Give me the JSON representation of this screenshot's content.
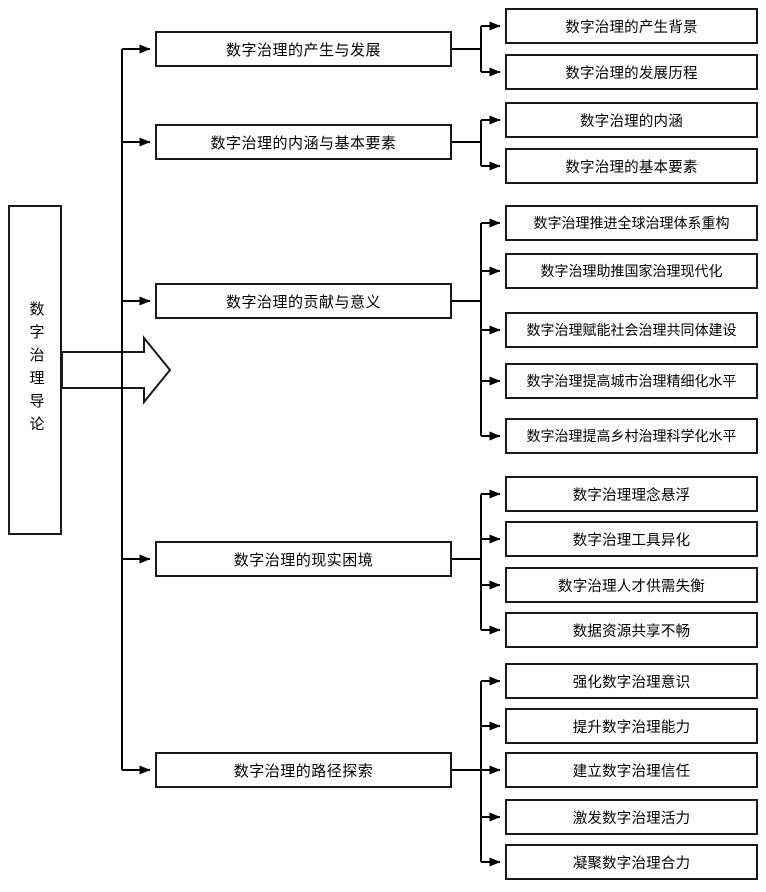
{
  "diagram": {
    "type": "tree-org-chart",
    "orientation": "left-to-right",
    "root": {
      "label": "数字治理导论"
    },
    "colors": {
      "box_border": "#1a1a1a",
      "box_fill": "#ffffff",
      "connector": "#000000",
      "text": "#000000"
    },
    "branches": [
      {
        "label": "数字治理的产生与发展",
        "children": [
          {
            "label": "数字治理的产生背景"
          },
          {
            "label": "数字治理的发展历程"
          }
        ]
      },
      {
        "label": "数字治理的内涵与基本要素",
        "children": [
          {
            "label": "数字治理的内涵"
          },
          {
            "label": "数字治理的基本要素"
          }
        ]
      },
      {
        "label": "数字治理的贡献与意义",
        "children": [
          {
            "label": "数字治理推进全球治理体系重构"
          },
          {
            "label": "数字治理助推国家治理现代化"
          },
          {
            "label": "数字治理赋能社会治理共同体建设"
          },
          {
            "label": "数字治理提高城市治理精细化水平"
          },
          {
            "label": "数字治理提高乡村治理科学化水平"
          }
        ]
      },
      {
        "label": "数字治理的现实困境",
        "children": [
          {
            "label": "数字治理理念悬浮"
          },
          {
            "label": "数字治理工具异化"
          },
          {
            "label": "数字治理人才供需失衡"
          },
          {
            "label": "数据资源共享不畅"
          }
        ]
      },
      {
        "label": "数字治理的路径探索",
        "children": [
          {
            "label": "强化数字治理意识"
          },
          {
            "label": "提升数字治理能力"
          },
          {
            "label": "建立数字治理信任"
          },
          {
            "label": "激发数字治理活力"
          },
          {
            "label": "凝聚数字治理合力"
          }
        ]
      }
    ]
  }
}
